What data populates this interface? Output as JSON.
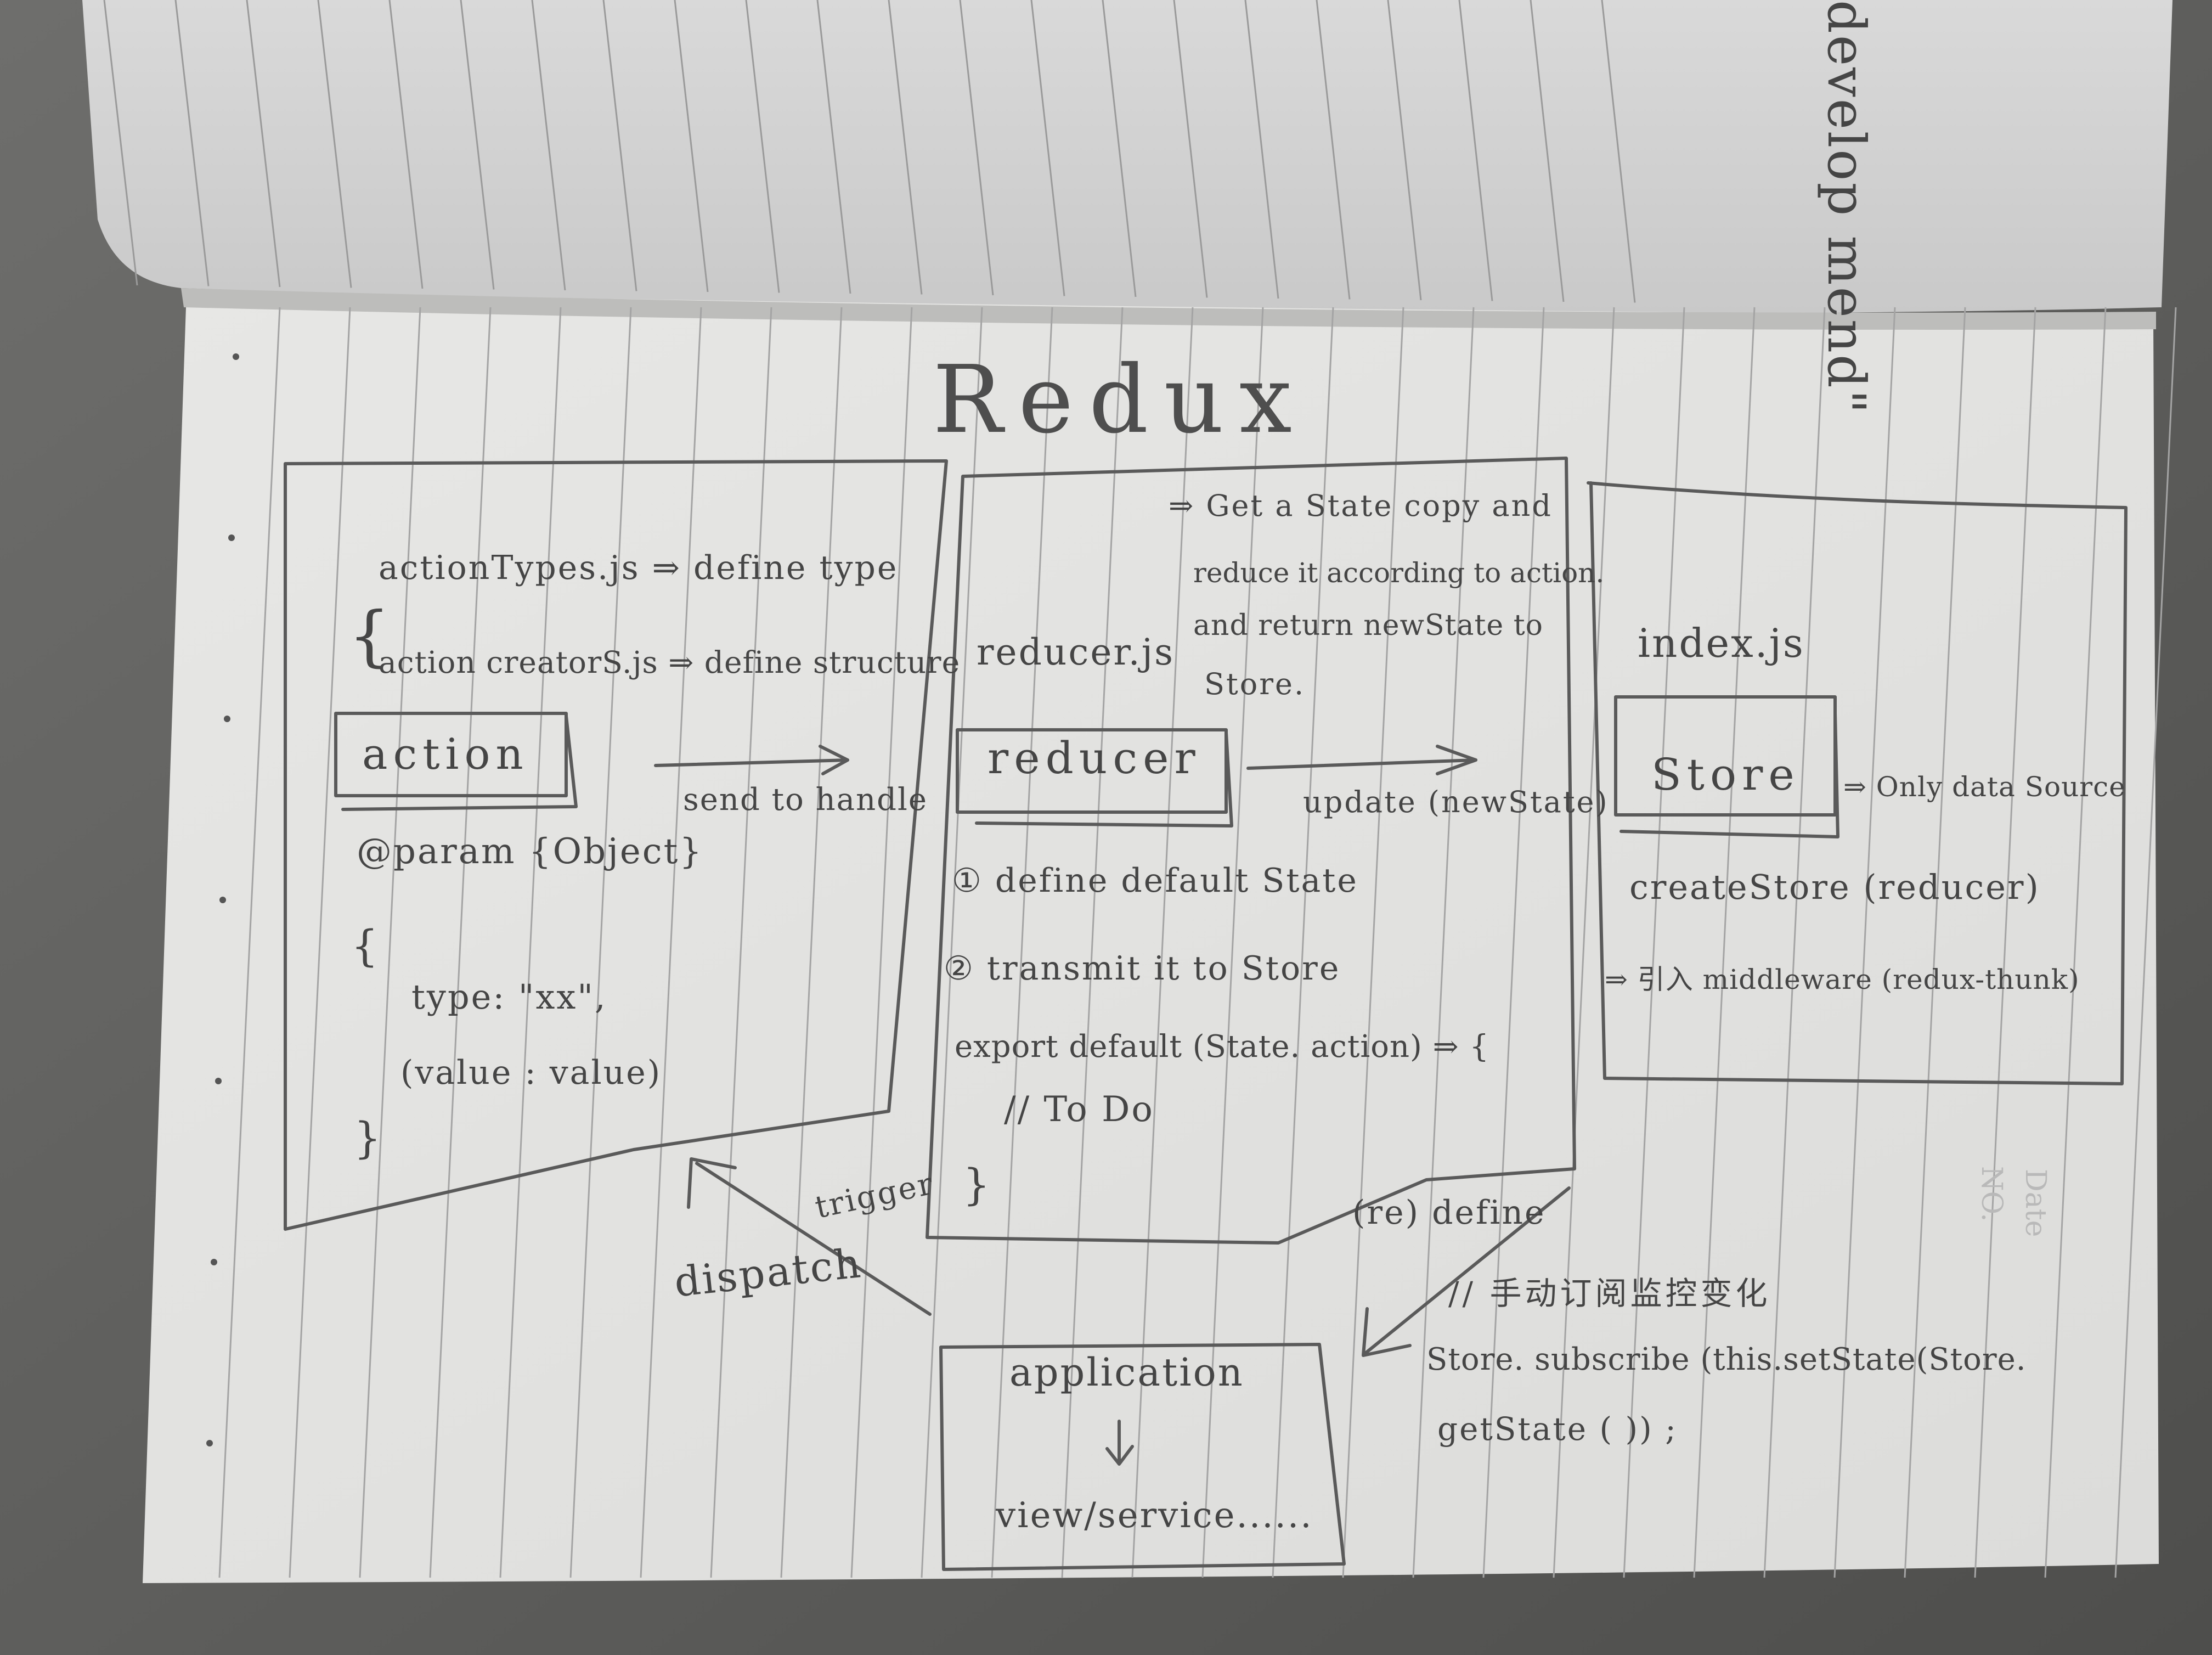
{
  "top_page": {
    "margin_note": "develop mend\""
  },
  "title": "Redux",
  "left_panel": {
    "action_types": "actionTypes.js ⇒ define type",
    "action_creators": "action creatorS.js ⇒ define structure",
    "brace": "{",
    "action_box": "action",
    "param": "@param {Object}",
    "open_brace": "{",
    "type_line": "type: \"xx\",",
    "value_line": "(value : value)",
    "close_brace": "}"
  },
  "arrows": {
    "send_to_handle": "send to handle",
    "update": "update (newState)",
    "trigger": "trigger",
    "dispatch": "dispatch",
    "redefine": "(re) define"
  },
  "middle_panel": {
    "note_line1": "⇒ Get a State copy and",
    "note_line2": "reduce it according to action.",
    "note_line3": "and return newState to",
    "note_line4": "Store.",
    "file": "reducer.js",
    "reducer_box": "reducer",
    "step1": "① define default State",
    "step2": "② transmit it to Store",
    "export_line": "export default (State. action) ⇒ {",
    "todo": "// To Do",
    "close_brace": "}"
  },
  "right_panel": {
    "file": "index.js",
    "store_box": "Store",
    "only_source": "⇒ Only data Source",
    "create_store": "createStore (reducer)",
    "middleware": "⇒ 引入 middleware (redux-thunk)"
  },
  "bottom_box": {
    "application": "application",
    "down_arrow": "↓",
    "view_service": "view/service......"
  },
  "subscribe": {
    "comment": "// 手动订阅监控变化",
    "line1": "Store. subscribe (this.setState(Store.",
    "line2": "getState ( )) ;"
  },
  "stamp": {
    "date": "Date",
    "no": "NO."
  }
}
